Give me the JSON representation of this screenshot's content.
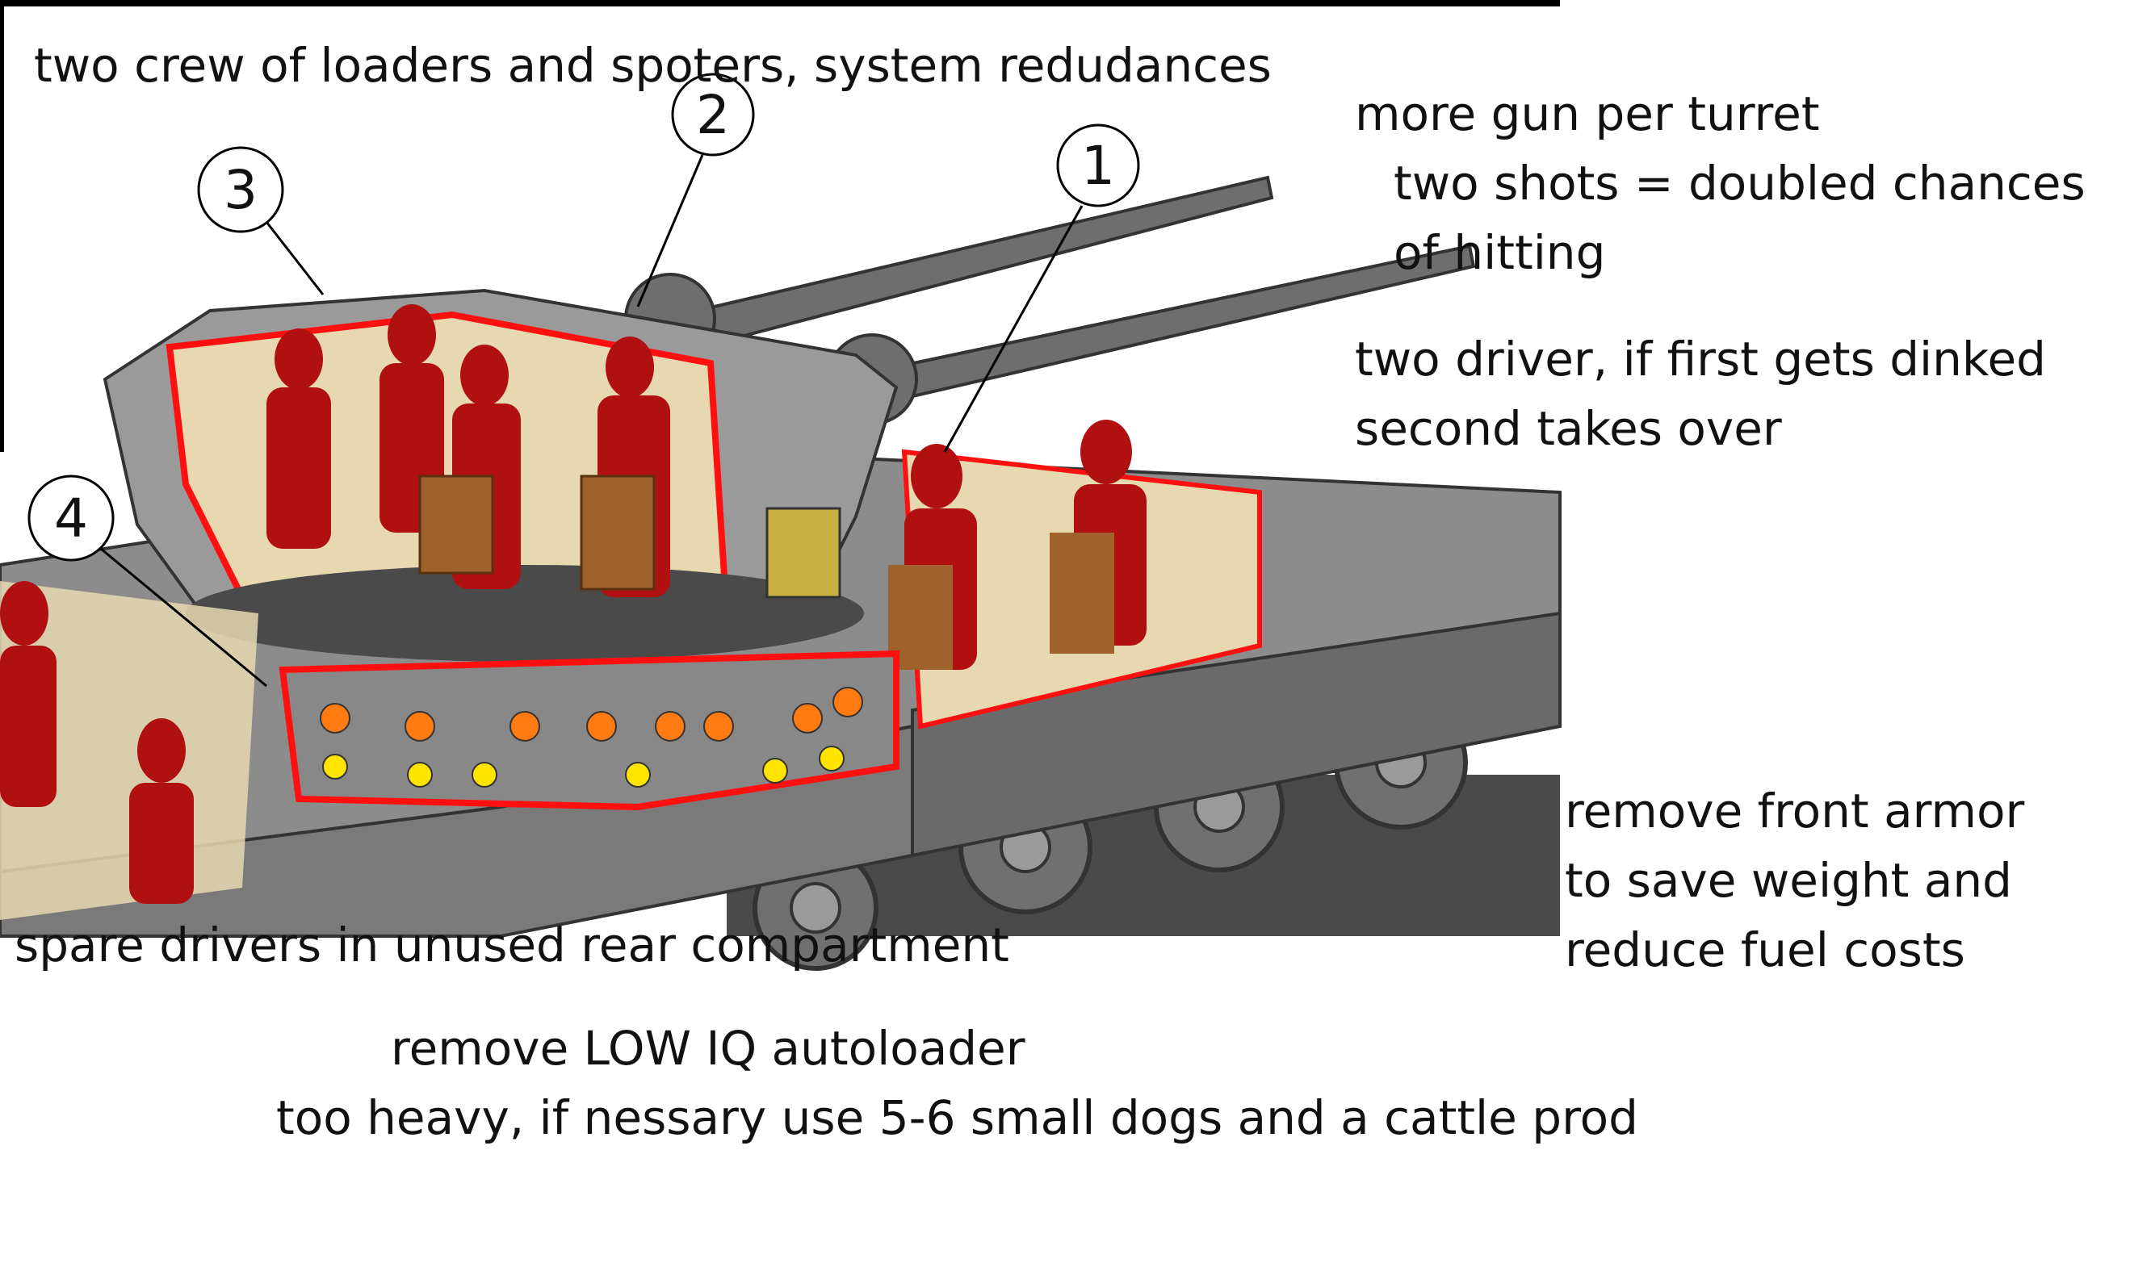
{
  "callouts": [
    "1",
    "2",
    "3",
    "4"
  ],
  "annotations": {
    "top": "two crew of loaders and spoters, system redudances",
    "guns": [
      "more gun per turret",
      "  two shots = doubled chances",
      "  of hitting"
    ],
    "drivers": [
      "two driver, if first gets dinked",
      "second takes over"
    ],
    "armor": [
      "remove front armor",
      "to save weight and",
      "reduce fuel costs"
    ],
    "spare": "spare drivers in unused rear compartment",
    "autoloader": [
      "remove LOW IQ autoloader",
      "too heavy, if nessary use 5-6 small dogs and a cattle prod"
    ]
  },
  "colors": {
    "hull": "#8c8c8c",
    "hull_dark": "#5a5a5a",
    "interior": "#e8d8b0",
    "crew": "#b01010",
    "outline_red": "#ff1010",
    "seat": "#a0622d",
    "shell_orange": "#ff7a10",
    "shell_yellow": "#ffe400"
  }
}
